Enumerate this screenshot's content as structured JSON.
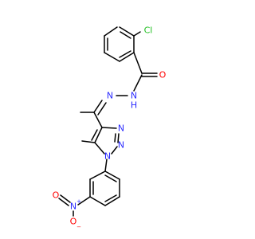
{
  "molecule": {
    "colors": {
      "bond": "#000000",
      "Cl": "#1fbf1f",
      "N": "#2a2aff",
      "O": "#ff0000"
    },
    "atoms": {
      "cl": "Cl",
      "o_carbonyl": "O",
      "nh": "N",
      "h_nh": "H",
      "n_imine": "N",
      "n_tri_a": "N",
      "n_tri_b": "N",
      "n_tri_c": "N",
      "n_nitro": "N",
      "n_nitro_charge": "+",
      "o_nitro_1": "O",
      "o_nitro_1_charge": "−",
      "o_nitro_2": "O"
    }
  }
}
